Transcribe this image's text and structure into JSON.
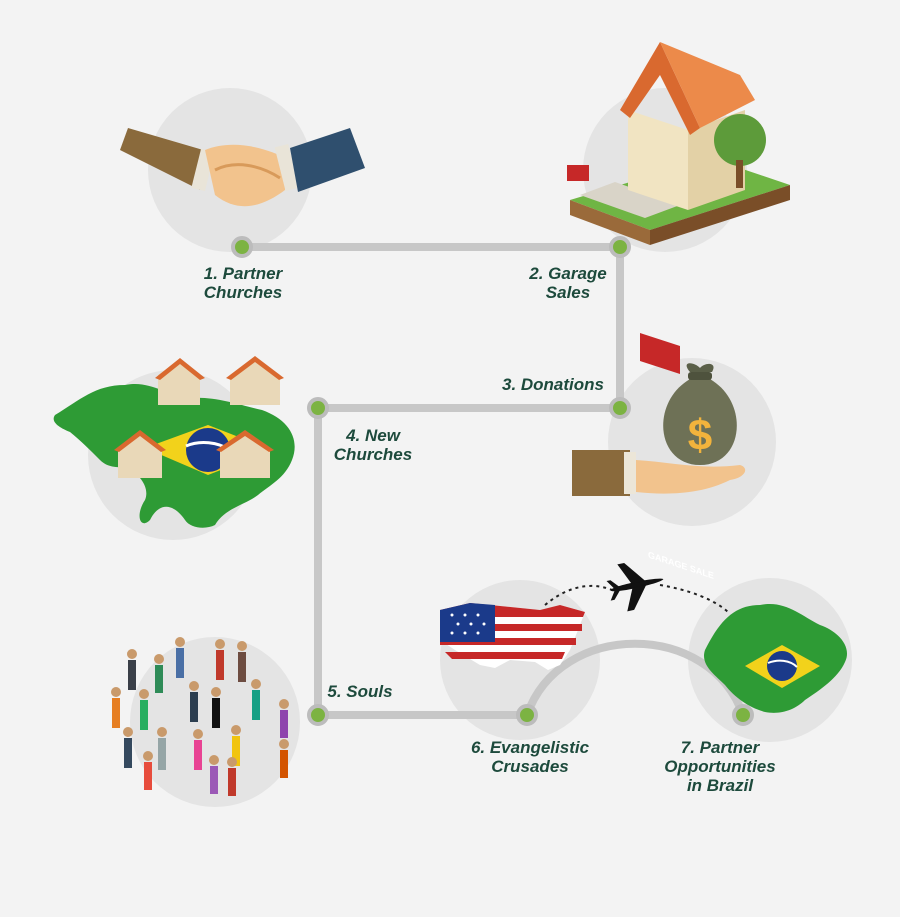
{
  "colors": {
    "background": "#f3f3f3",
    "circle": "#e4e4e4",
    "track": "#c7c7c7",
    "node_fill": "#7cb342",
    "node_ring": "#bcbcbc",
    "label": "#1d4a3c",
    "brazil_green": "#2e9b35",
    "brazil_yellow": "#f2d21b",
    "brazil_blue": "#1b3a8a"
  },
  "steps": [
    {
      "lines": [
        "1. Partner",
        "Churches"
      ],
      "icon": "handshake-icon"
    },
    {
      "lines": [
        "2. Garage",
        "Sales"
      ],
      "icon": "garage-sale-house-icon"
    },
    {
      "lines": [
        "3. Donations"
      ],
      "icon": "money-bag-icon"
    },
    {
      "lines": [
        "4. New",
        "Churches"
      ],
      "icon": "brazil-churches-map-icon"
    },
    {
      "lines": [
        "5. Souls"
      ],
      "icon": "crowd-icon"
    },
    {
      "lines": [
        "6. Evangelistic",
        "Crusades"
      ],
      "icon": "usa-flag-map-icon"
    },
    {
      "lines": [
        "7. Partner",
        "Opportunities",
        "in Brazil"
      ],
      "icon": "brazil-flag-map-icon"
    }
  ],
  "house_sign": "GARAGE SALE",
  "money_symbol": "$"
}
